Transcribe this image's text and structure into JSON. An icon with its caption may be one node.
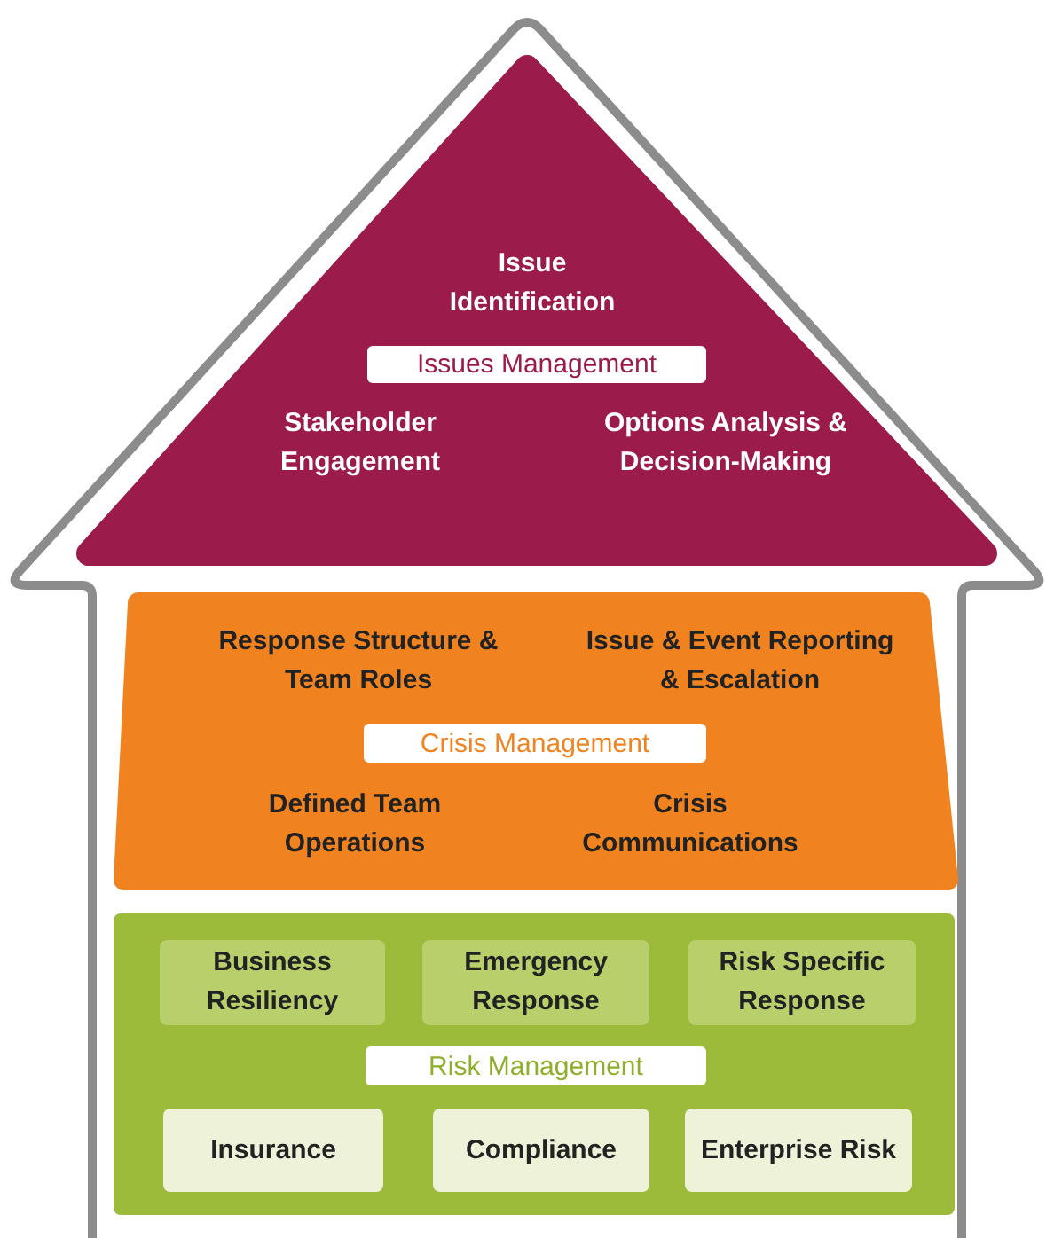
{
  "diagram": {
    "nodes": [
      {
        "text": [
          "Issue Identification",
          "Stakeholder Engagement",
          "Options Analysis & Decision-Making"
        ]
      },
      {
        "text": [
          "Issues Management"
        ],
        "in": 0
      },
      {
        "text": [
          "Response Structure & Team Roles",
          "Issue & Event Reporting & Escalation",
          "Defined Team Operations",
          "Crisis Communications"
        ]
      },
      {
        "text": [
          "Crisis Management"
        ],
        "in": 2
      },
      {
        "text": [],
        "shape": "box"
      },
      {
        "text": [
          "Business Resiliency"
        ],
        "in": 4
      },
      {
        "text": [
          "Emergency Response"
        ],
        "in": 4
      },
      {
        "text": [
          "Risk Specific Response"
        ],
        "in": 4
      },
      {
        "text": [
          "Risk Management"
        ],
        "in": 4
      },
      {
        "text": [
          "Insurance"
        ],
        "in": 4
      },
      {
        "text": [
          "Compliance"
        ],
        "in": 4
      },
      {
        "text": [
          "Enterprise Risk"
        ],
        "in": 4
      }
    ]
  }
}
